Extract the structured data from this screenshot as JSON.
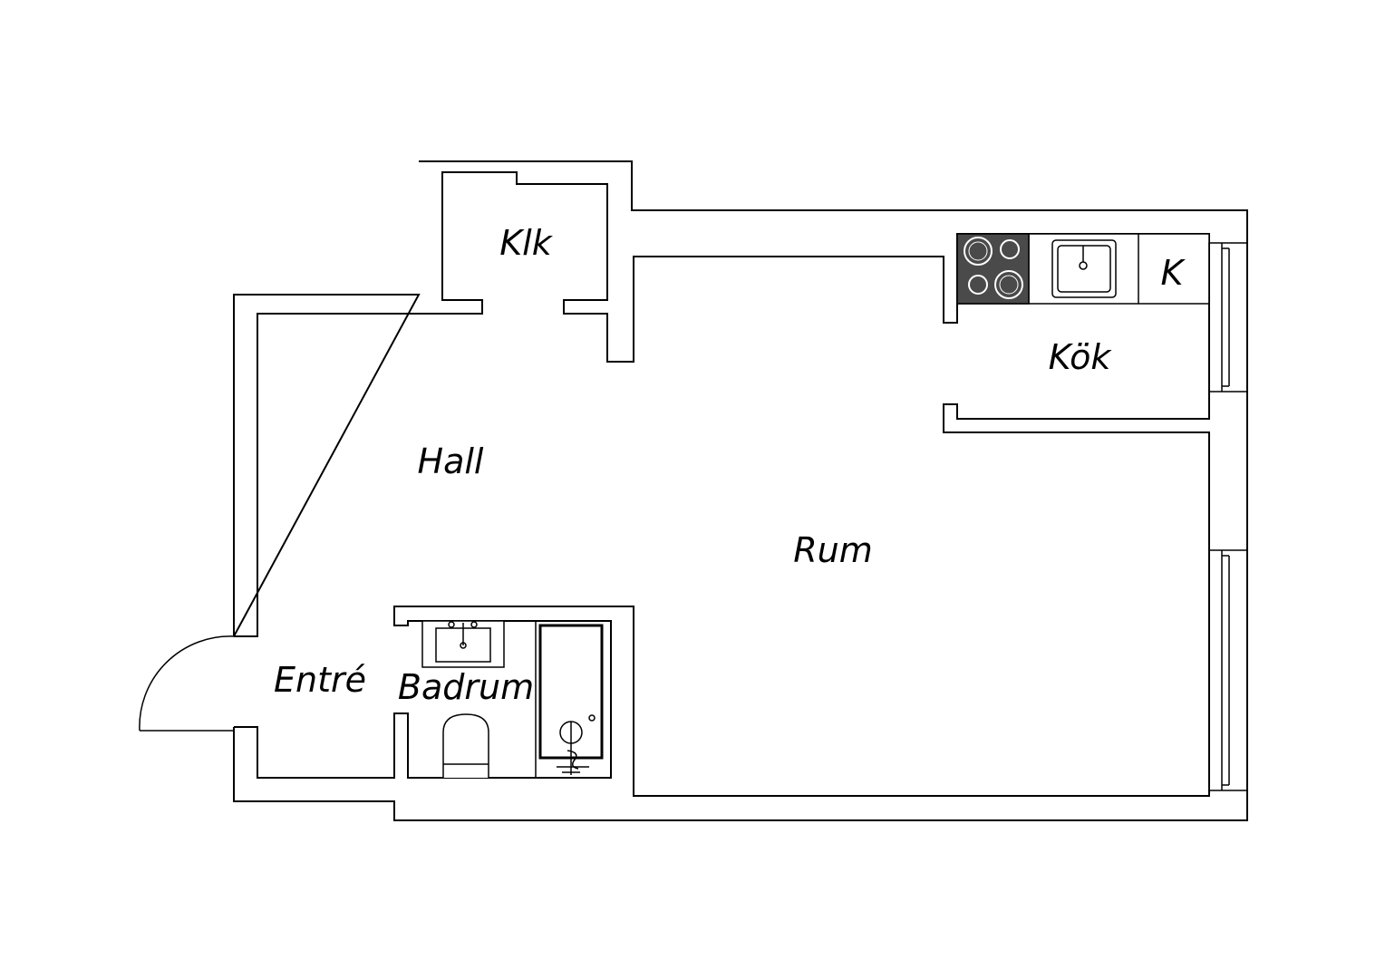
{
  "rooms": {
    "klk": "Klk",
    "kok": "Kök",
    "kyl": "K",
    "hall": "Hall",
    "rum": "Rum",
    "entre": "Entré",
    "badrum": "Badrum"
  },
  "colors": {
    "wall": "#000000",
    "background": "#ffffff",
    "stove": "#4a4a4a"
  }
}
